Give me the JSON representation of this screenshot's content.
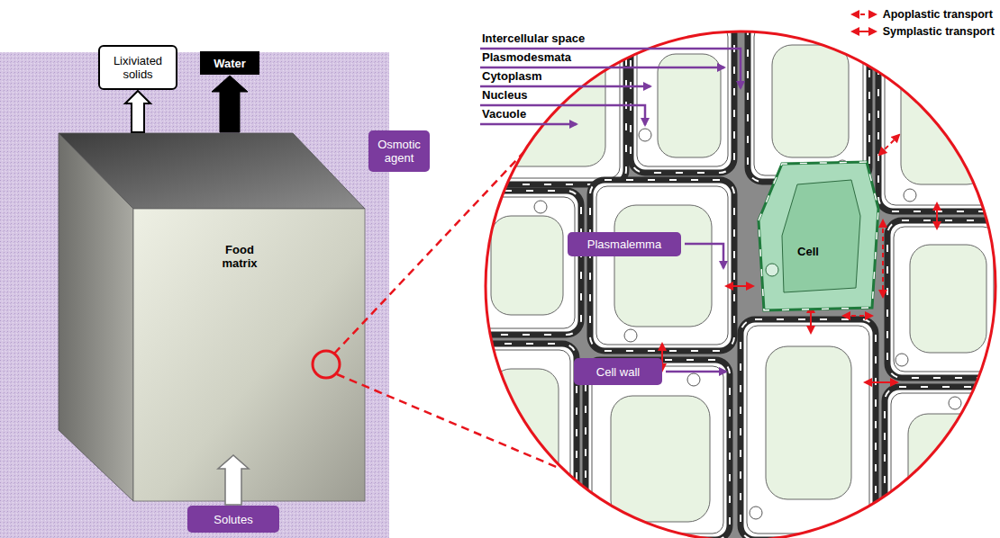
{
  "diagram": {
    "nodes": [
      {
        "text": [
          "Lixiviated solids"
        ]
      },
      {
        "text": [
          "Water"
        ]
      },
      {
        "text": [
          "Osmotic agent"
        ]
      },
      {
        "text": [
          "Food matrix"
        ]
      },
      {
        "text": [
          "Solutes"
        ]
      },
      {
        "text": [
          "Plasmalemma"
        ]
      },
      {
        "text": [
          "Cell"
        ]
      },
      {
        "text": [
          "Cell wall"
        ]
      }
    ],
    "edges": [
      {
        "from": 3,
        "to": 0,
        "arrow": "to"
      },
      {
        "from": 3,
        "to": 1,
        "arrow": "to"
      },
      {
        "from": 4,
        "to": 3,
        "arrow": "to"
      }
    ],
    "labels": [
      "Intercellular space",
      "Plasmodesmata",
      "Cytoplasm",
      "Nucleus",
      "Vacuole"
    ],
    "legend": [
      {
        "text": "Apoplastic transport"
      },
      {
        "text": "Symplastic transport"
      }
    ]
  }
}
